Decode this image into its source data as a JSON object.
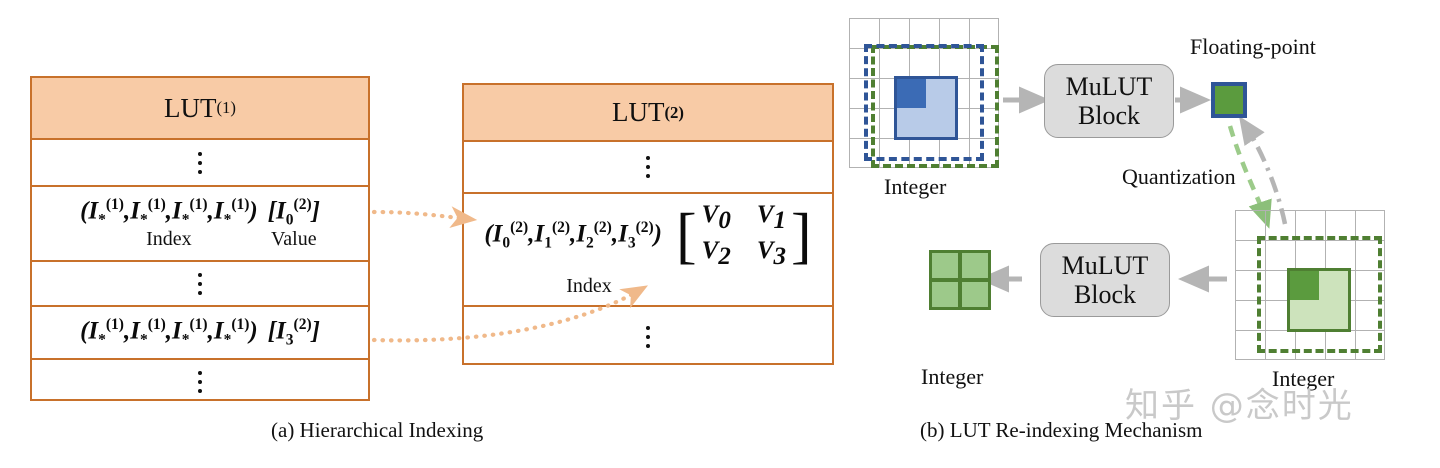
{
  "figure": {
    "captions": {
      "a": "(a) Hierarchical Indexing",
      "b": "(b) LUT Re-indexing Mechanism"
    },
    "watermark": "知乎 @念时光"
  },
  "panel_a": {
    "lut1": {
      "header": "LUT",
      "header_sup": "(1)",
      "rows": [
        {
          "type": "dots"
        },
        {
          "type": "entry",
          "index_open": "(",
          "index_terms": [
            {
              "base": "I",
              "sup": "(1)",
              "sub": "*"
            },
            {
              "base": "I",
              "sup": "(1)",
              "sub": "*"
            },
            {
              "base": "I",
              "sup": "(1)",
              "sub": "*"
            },
            {
              "base": "I",
              "sup": "(1)",
              "sub": "*"
            }
          ],
          "index_close": ")",
          "index_label": "Index",
          "value_open": "[",
          "value_base": "I",
          "value_sup": "(2)",
          "value_sub": "0",
          "value_close": "]",
          "value_label": "Value"
        },
        {
          "type": "dots"
        },
        {
          "type": "entry",
          "index_open": "(",
          "index_terms": [
            {
              "base": "I",
              "sup": "(1)",
              "sub": "*"
            },
            {
              "base": "I",
              "sup": "(1)",
              "sub": "*"
            },
            {
              "base": "I",
              "sup": "(1)",
              "sub": "*"
            },
            {
              "base": "I",
              "sup": "(1)",
              "sub": "*"
            }
          ],
          "index_close": ")",
          "index_label": "",
          "value_open": "[",
          "value_base": "I",
          "value_sup": "(2)",
          "value_sub": "3",
          "value_close": "]",
          "value_label": ""
        },
        {
          "type": "dots"
        }
      ]
    },
    "lut2": {
      "header": "LUT",
      "header_sup": "(2)",
      "entry": {
        "index_open": "(",
        "index_terms": [
          {
            "base": "I",
            "sup": "(2)",
            "sub": "0"
          },
          {
            "base": "I",
            "sup": "(2)",
            "sub": "1"
          },
          {
            "base": "I",
            "sup": "(2)",
            "sub": "2"
          },
          {
            "base": "I",
            "sup": "(2)",
            "sub": "3"
          }
        ],
        "index_close": ")",
        "index_label": "Index",
        "matrix": {
          "open": "[",
          "close": "]",
          "cells": [
            [
              {
                "base": "V",
                "sub": "0"
              },
              {
                "base": "V",
                "sub": "1"
              }
            ],
            [
              {
                "base": "V",
                "sub": "2"
              },
              {
                "base": "V",
                "sub": "3"
              }
            ]
          ]
        }
      }
    },
    "connector_color": "#F0B98A"
  },
  "panel_b": {
    "labels": {
      "top_grid": "Integer",
      "floating_point": "Floating-point",
      "quantization": "Quantization",
      "bottom_right_grid": "Integer",
      "output": "Integer"
    },
    "blocks": {
      "top": {
        "line1": "MuLUT",
        "line2": "Block"
      },
      "bottom": {
        "line1": "MuLUT",
        "line2": "Block"
      }
    },
    "grid": {
      "rows": 5,
      "cols": 5
    },
    "colors": {
      "blue_dark": "#3B6BB5",
      "blue_light": "#B8CBE8",
      "blue_border": "#2F5597",
      "green_dark": "#5B9B3E",
      "green_light": "#CDE3BC",
      "green_border": "#4F7F32",
      "grid_line": "#b2b2b2",
      "block_fill": "#DCDCDC",
      "arrow_gray": "#B5B5B5",
      "header_fill": "#F8CBA6",
      "table_border": "#C8712B"
    }
  }
}
